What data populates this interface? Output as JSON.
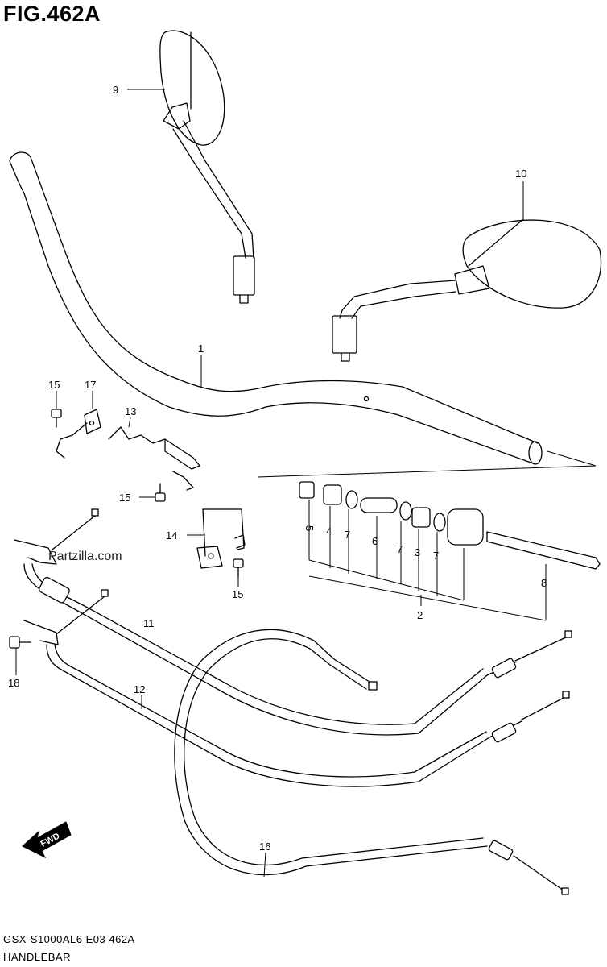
{
  "figure": {
    "title": "FIG.462A",
    "code": "GSX-S1000AL6 E03 462A",
    "name": "HANDLEBAR",
    "watermark": "Partzilla.com",
    "fwd_label": "FWD"
  },
  "callouts": [
    {
      "id": "c1",
      "label": "1"
    },
    {
      "id": "c2",
      "label": "2"
    },
    {
      "id": "c3",
      "label": "3"
    },
    {
      "id": "c4",
      "label": "4"
    },
    {
      "id": "c5",
      "label": "5"
    },
    {
      "id": "c6",
      "label": "6"
    },
    {
      "id": "c7a",
      "label": "7"
    },
    {
      "id": "c7b",
      "label": "7"
    },
    {
      "id": "c7c",
      "label": "7"
    },
    {
      "id": "c8",
      "label": "8"
    },
    {
      "id": "c9",
      "label": "9"
    },
    {
      "id": "c10",
      "label": "10"
    },
    {
      "id": "c11",
      "label": "11"
    },
    {
      "id": "c12",
      "label": "12"
    },
    {
      "id": "c13",
      "label": "13"
    },
    {
      "id": "c14",
      "label": "14"
    },
    {
      "id": "c15a",
      "label": "15"
    },
    {
      "id": "c15b",
      "label": "15"
    },
    {
      "id": "c15c",
      "label": "15"
    },
    {
      "id": "c16",
      "label": "16"
    },
    {
      "id": "c17",
      "label": "17"
    },
    {
      "id": "c18",
      "label": "18"
    }
  ]
}
